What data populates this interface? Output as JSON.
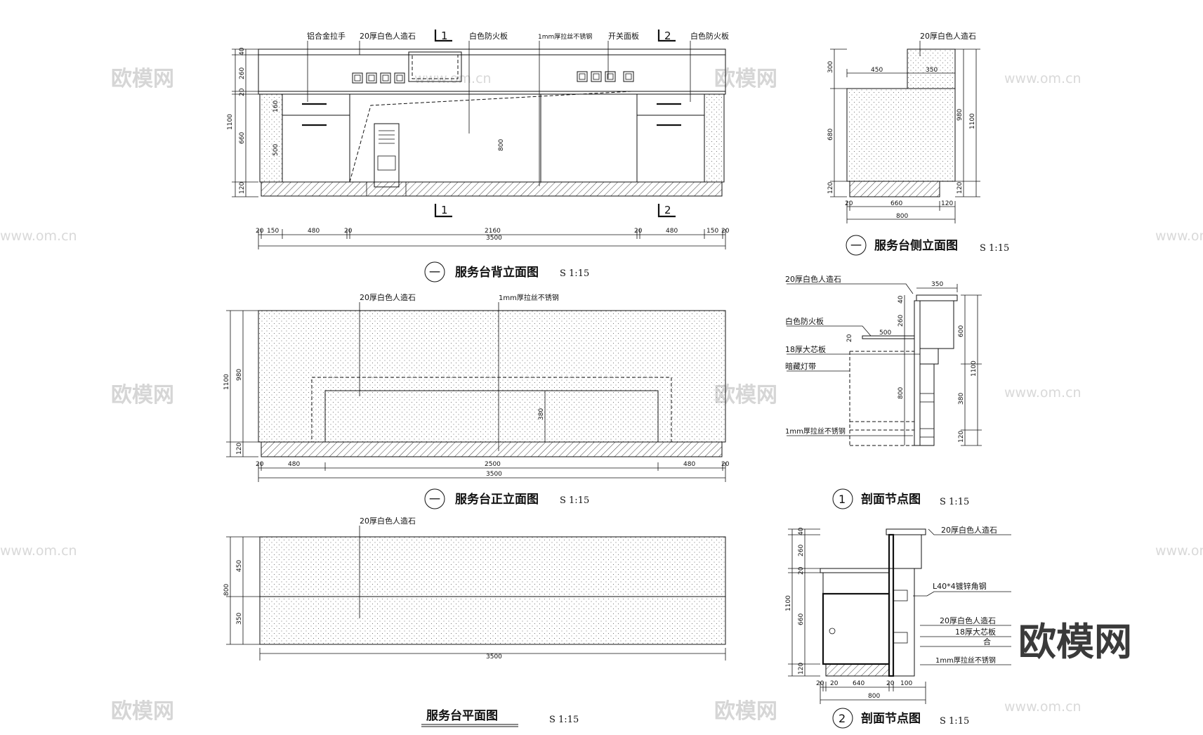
{
  "watermark": {
    "logo": "欧模网",
    "url": "www.om.cn"
  },
  "brand": "欧模网",
  "back_elevation": {
    "title": "服务台背立面图",
    "scale": "S 1:15",
    "marker": "一",
    "section_marks": [
      "1",
      "1",
      "2",
      "2"
    ],
    "notes": [
      "铝合金拉手",
      "20厚白色人造石",
      "白色防火板",
      "1mm厚拉丝不锈钢",
      "开关面板",
      "白色防火板"
    ],
    "dims_left": [
      "40",
      "260",
      "20",
      "160",
      "500",
      "660",
      "1100",
      "120"
    ],
    "dims_inner": [
      "800"
    ],
    "dims_bottom": [
      "20",
      "150",
      "480",
      "20",
      "2160",
      "20",
      "480",
      "150",
      "20"
    ],
    "dims_total": "3500"
  },
  "front_elevation": {
    "title": "服务台正立面图",
    "scale": "S 1:15",
    "marker": "一",
    "notes": [
      "20厚白色人造石",
      "1mm厚拉丝不锈钢"
    ],
    "dims_left": [
      "1100",
      "980",
      "120"
    ],
    "dims_inner": [
      "380"
    ],
    "dims_bottom": [
      "20",
      "480",
      "2500",
      "480",
      "20"
    ],
    "dims_total": "3500"
  },
  "plan": {
    "title": "服务台平面图",
    "scale": "S 1:15",
    "notes": [
      "20厚白色人造石"
    ],
    "dims_left": [
      "800",
      "450",
      "350"
    ],
    "dims_total": "3500"
  },
  "side_elevation": {
    "title": "服务台侧立面图",
    "scale": "S 1:15",
    "marker": "一",
    "notes": [
      "20厚白色人造石"
    ],
    "dims_top": [
      "450",
      "350"
    ],
    "dims_left": [
      "300",
      "680",
      "120"
    ],
    "dims_right": [
      "980",
      "1100",
      "120"
    ],
    "dims_bottom": [
      "20",
      "660",
      "120"
    ],
    "dims_total": "800"
  },
  "section1": {
    "title": "剖面节点图",
    "scale": "S 1:15",
    "marker": "1",
    "notes": [
      "20厚白色人造石",
      "白色防火板",
      "18厚大芯板",
      "暗藏灯带",
      "1mm厚拉丝不锈钢"
    ],
    "dims": [
      "350",
      "40",
      "260",
      "500",
      "20",
      "800",
      "600",
      "1100",
      "380",
      "120"
    ]
  },
  "section2": {
    "title": "剖面节点图",
    "scale": "S 1:15",
    "marker": "2",
    "notes": [
      "20厚白色人造石",
      "L40*4镀锌角钢",
      "20厚白色人造石",
      "18厚大芯板",
      "合",
      "1mm厚拉丝不锈钢"
    ],
    "dims_left": [
      "40",
      "260",
      "20",
      "660",
      "1100",
      "120"
    ],
    "dims_bottom": [
      "20",
      "20",
      "640",
      "20",
      "100"
    ],
    "dims_total": "800"
  }
}
